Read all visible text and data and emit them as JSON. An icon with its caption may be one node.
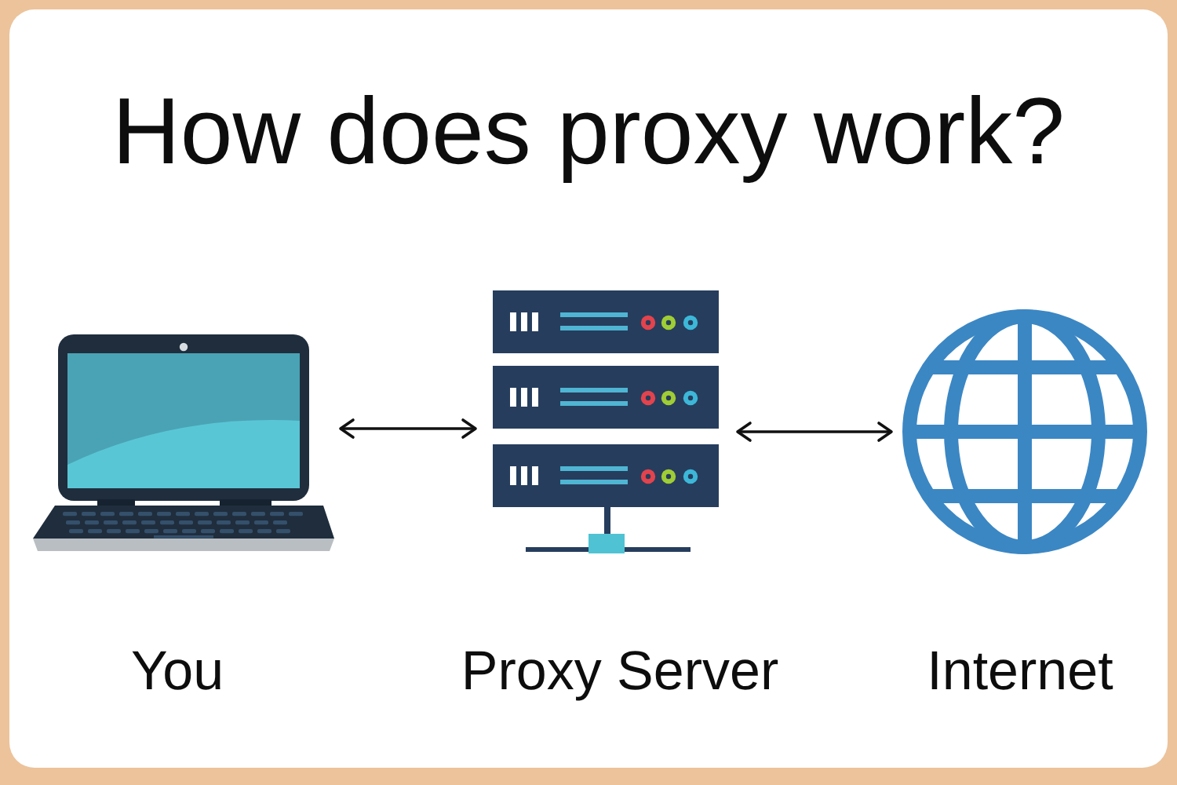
{
  "diagram": {
    "title": "How does proxy work?",
    "nodes": [
      {
        "text": [],
        "shape": "picture",
        "beside": [
          "You"
        ]
      },
      {
        "text": [],
        "shape": "picture",
        "beside": [
          "Proxy Server"
        ]
      },
      {
        "text": [],
        "shape": "picture",
        "beside": [
          "Internet"
        ]
      }
    ],
    "edges": [
      {
        "from": 0,
        "to": 1,
        "arrow": "both"
      },
      {
        "from": 1,
        "to": 2,
        "arrow": "both"
      }
    ]
  }
}
